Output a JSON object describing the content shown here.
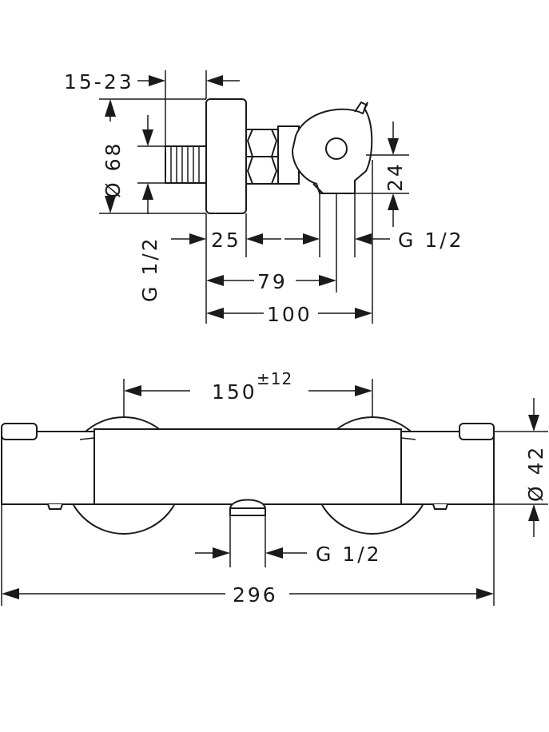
{
  "side_view": {
    "dim_depth_range": "15-23",
    "dim_diameter": "Ø 68",
    "dim_inlet_thread_left": "G 1/2",
    "dim_25": "25",
    "dim_outlet_thread_right": "G 1/2",
    "dim_79": "79",
    "dim_100": "100",
    "dim_24": "24"
  },
  "front_view": {
    "dim_spacing": "150",
    "dim_spacing_tolerance": "±12",
    "dim_diameter": "Ø 42",
    "dim_outlet_thread": "G 1/2",
    "dim_width": "296"
  }
}
